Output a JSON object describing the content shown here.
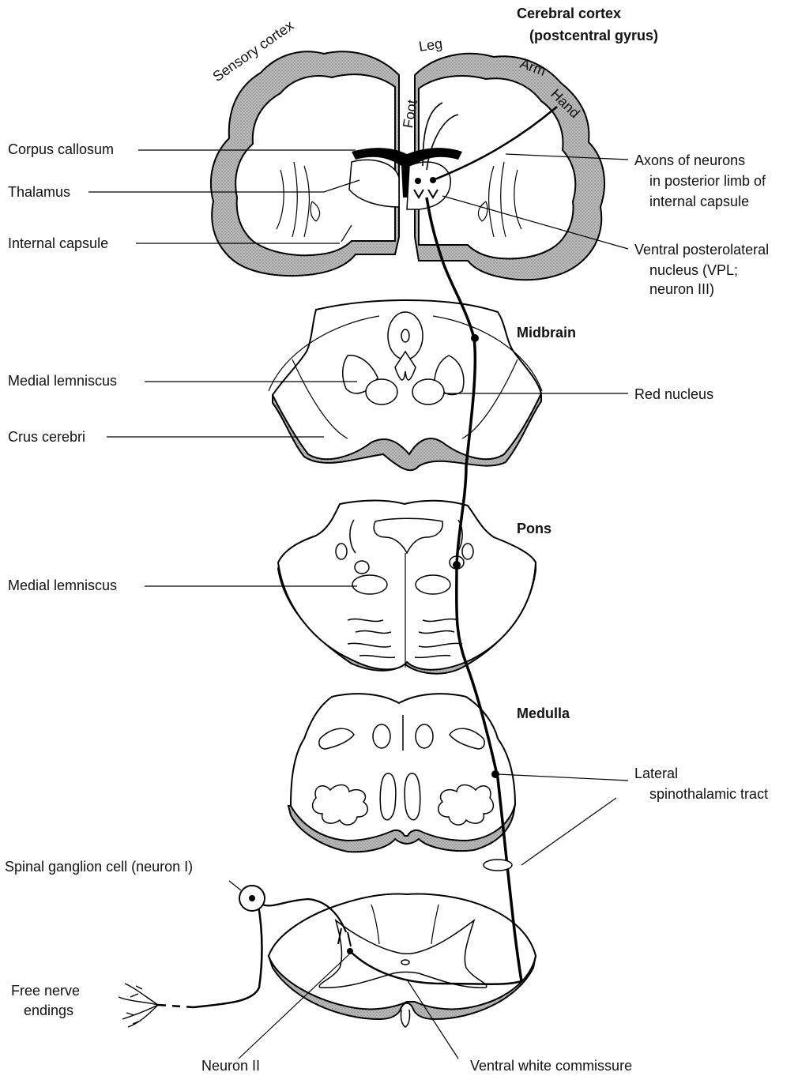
{
  "labels": {
    "cerebral_cortex_line1": "Cerebral cortex",
    "cerebral_cortex_line2": "(postcentral gyrus)",
    "sensory_cortex": "Sensory cortex",
    "leg": "Leg",
    "foot": "Foot",
    "arm": "Arm",
    "hand": "Hand",
    "corpus_callosum": "Corpus callosum",
    "thalamus": "Thalamus",
    "internal_capsule": "Internal capsule",
    "axons_line1": "Axons of neurons",
    "axons_line2": "in posterior limb of",
    "axons_line3": "internal capsule",
    "vpl_line1": "Ventral posterolateral",
    "vpl_line2": "nucleus (VPL;",
    "vpl_line3": "neuron III)",
    "midbrain": "Midbrain",
    "medial_lemniscus_midbrain": "Medial lemniscus",
    "red_nucleus": "Red nucleus",
    "crus_cerebri": "Crus cerebri",
    "pons": "Pons",
    "medial_lemniscus_pons": "Medial lemniscus",
    "medulla": "Medulla",
    "lateral_spinothalamic_line1": "Lateral",
    "lateral_spinothalamic_line2": "spinothalamic tract",
    "spinal_ganglion": "Spinal ganglion cell (neuron I)",
    "free_nerve_line1": "Free nerve",
    "free_nerve_line2": "endings",
    "neuron_ii": "Neuron II",
    "ventral_white_commissure": "Ventral white commissure"
  }
}
